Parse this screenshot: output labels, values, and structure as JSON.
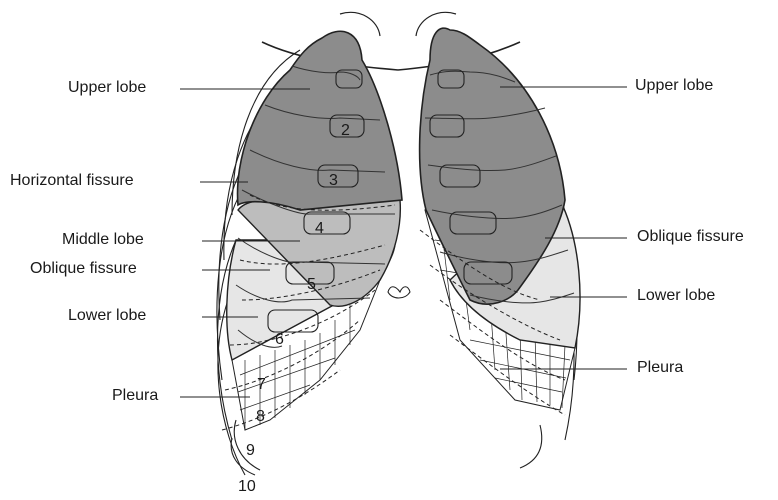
{
  "labels": {
    "left": {
      "upper_lobe": "Upper lobe",
      "horizontal_fissure": "Horizontal fissure",
      "middle_lobe": "Middle lobe",
      "oblique_fissure": "Oblique fissure",
      "lower_lobe": "Lower lobe",
      "pleura": "Pleura"
    },
    "right": {
      "upper_lobe": "Upper lobe",
      "oblique_fissure": "Oblique fissure",
      "lower_lobe": "Lower lobe",
      "pleura": "Pleura"
    }
  },
  "rib_numbers": [
    "2",
    "3",
    "4",
    "5",
    "6",
    "7",
    "8",
    "9",
    "10"
  ],
  "colors": {
    "upper_lobe": "#8c8c8c",
    "middle_lobe": "#bdbdbd",
    "lower_lobe": "#e6e6e6",
    "outline": "#222222"
  }
}
